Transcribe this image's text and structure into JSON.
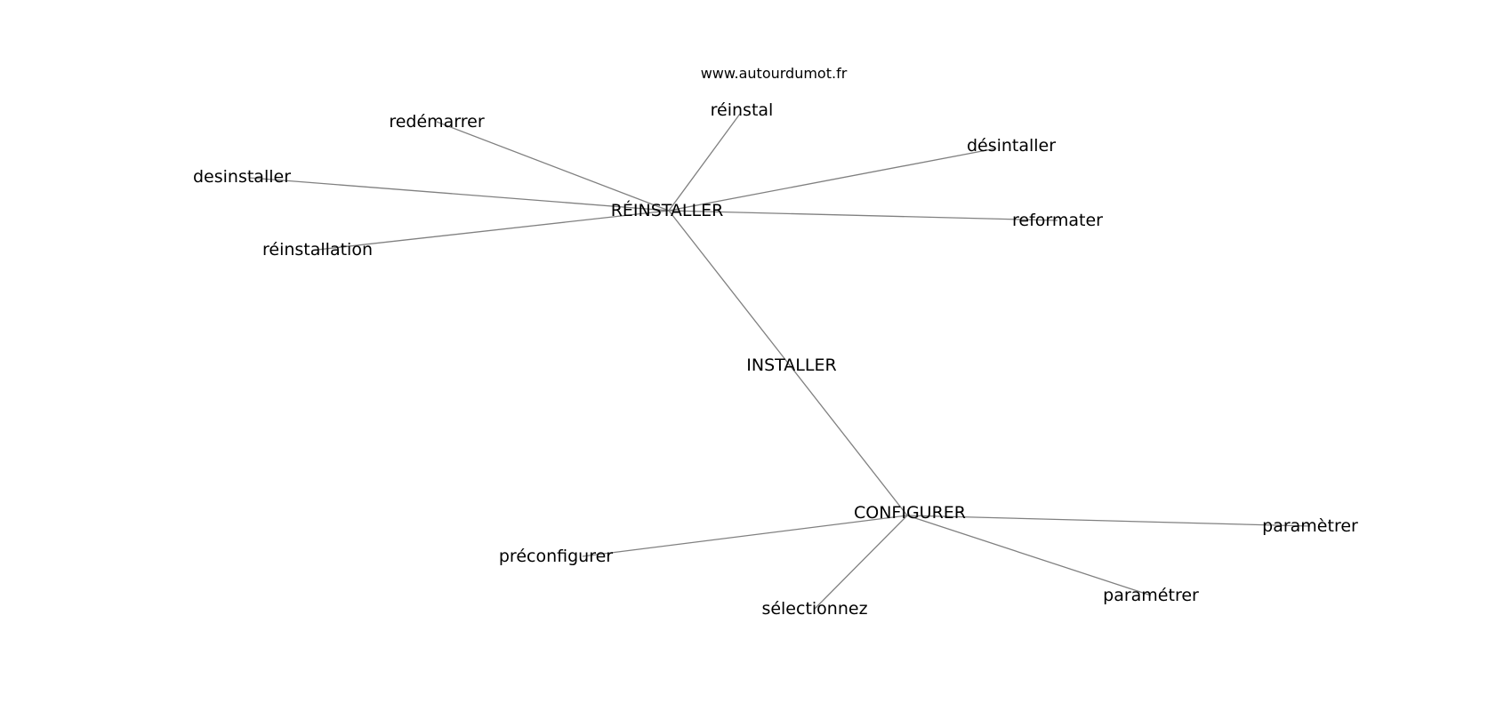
{
  "source": "www.autourdumot.fr",
  "graph": {
    "nodes": [
      {
        "id": "installer",
        "label": "INSTALLER"
      },
      {
        "id": "reinstaller",
        "label": "RÉINSTALLER"
      },
      {
        "id": "configurer",
        "label": "CONFIGURER"
      },
      {
        "id": "redemarrer",
        "label": "redémarrer"
      },
      {
        "id": "reinstal",
        "label": "réinstal"
      },
      {
        "id": "desintaller",
        "label": "désintaller"
      },
      {
        "id": "desinstaller",
        "label": "desinstaller"
      },
      {
        "id": "reformater",
        "label": "reformater"
      },
      {
        "id": "reinstallation",
        "label": "réinstallation"
      },
      {
        "id": "parametrer-grave",
        "label": "paramètrer"
      },
      {
        "id": "preconfigurer",
        "label": "préconfigurer"
      },
      {
        "id": "parametrer-aigu",
        "label": "paramétrer"
      },
      {
        "id": "selectionnez",
        "label": "sélectionnez"
      }
    ],
    "edges": [
      {
        "from": "reinstaller",
        "to": "redemarrer"
      },
      {
        "from": "reinstaller",
        "to": "reinstal"
      },
      {
        "from": "reinstaller",
        "to": "desintaller"
      },
      {
        "from": "reinstaller",
        "to": "desinstaller"
      },
      {
        "from": "reinstaller",
        "to": "reformater"
      },
      {
        "from": "reinstaller",
        "to": "reinstallation"
      },
      {
        "from": "reinstaller",
        "to": "configurer"
      },
      {
        "from": "configurer",
        "to": "parametrer-grave"
      },
      {
        "from": "configurer",
        "to": "preconfigurer"
      },
      {
        "from": "configurer",
        "to": "parametrer-aigu"
      },
      {
        "from": "configurer",
        "to": "selectionnez"
      }
    ]
  }
}
